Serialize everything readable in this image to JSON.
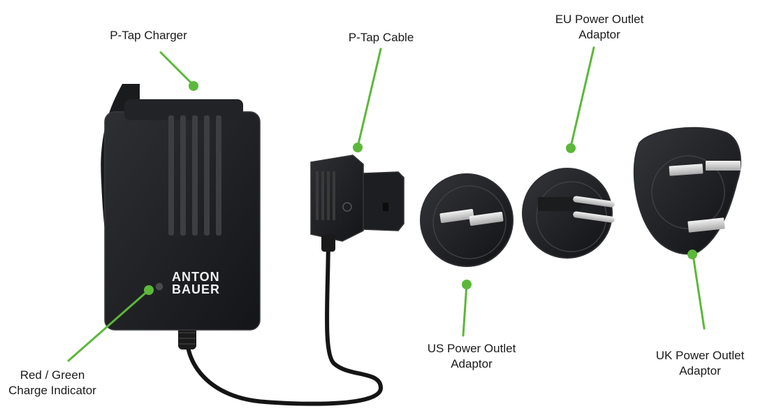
{
  "labels": {
    "ptap_charger": "P-Tap Charger",
    "ptap_cable": "P-Tap Cable",
    "eu_line1": "EU Power Outlet",
    "eu_line2": "Adaptor",
    "us_line1": "US Power Outlet",
    "us_line2": "Adaptor",
    "uk_line1": "UK Power Outlet",
    "uk_line2": "Adaptor",
    "indicator_line1": "Red / Green",
    "indicator_line2": "Charge Indicator"
  },
  "brand": {
    "line1": "ANTON",
    "line2": "BAUER"
  },
  "colors": {
    "leader": "#5cb83a",
    "device": "#1e1f21",
    "device_edge": "#3a3b3e",
    "metal": "#c9c9c9"
  }
}
